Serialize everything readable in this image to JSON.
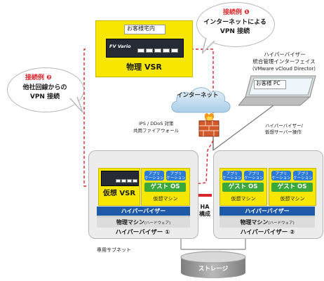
{
  "customer_site": {
    "label": "お客様宅内",
    "brand": "FV Vario",
    "name": "物理 VSR"
  },
  "example1": {
    "title": "接続例",
    "num": "❶",
    "line1": "インターネットによる",
    "line2": "VPN 接続"
  },
  "example2": {
    "title": "接続例",
    "num": "❷",
    "line1": "他社回線からの",
    "line2": "VPN 接続"
  },
  "management": {
    "line1": "ハイパーバイザー",
    "line2": "統合管理インターフェイス",
    "line3": "(VMware vCloud Director)",
    "pc_label": "お客様 PC"
  },
  "pc_ops": {
    "line1": "ハイパーバイザー/",
    "line2": "仮想サーバー操作"
  },
  "internet": {
    "label": "インターネット"
  },
  "firewall": {
    "line1": "IPS / DDoS 対策",
    "line2": "共用ファイアウォール"
  },
  "ha": {
    "line1": "HA",
    "line2": "構成"
  },
  "host1": {
    "vsr_label": "仮想 VSR",
    "app_label": "アプリ\nケーション",
    "guest_os": "ゲスト OS",
    "vm_label": "仮想マシン",
    "hypervisor_band": "ハイパーバイザー",
    "hw": "物理マシン",
    "hw_sub": "(ハードウェア)",
    "name": "ハイパーバイザー ①"
  },
  "host2": {
    "app_label": "アプリ\nケーション",
    "guest_os": "ゲスト OS",
    "vm_label": "仮想マシン",
    "hypervisor_band": "ハイパーバイザー",
    "hw": "物理マシン",
    "hw_sub": "(ハードウェア)",
    "name": "ハイパーバイザー ②"
  },
  "subnet": {
    "label": "専用サブネット"
  },
  "storage": {
    "label": "ストレージ"
  },
  "colors": {
    "red": "#d9262c",
    "yellow": "#f6e600",
    "blue": "#1e5aa8",
    "green": "#3aa83a",
    "app_blue": "#2d7ad8"
  }
}
